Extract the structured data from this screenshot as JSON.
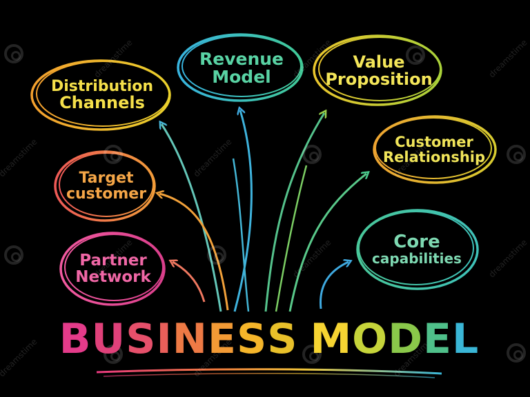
{
  "diagram": {
    "title_letters": [
      "B",
      "U",
      "S",
      "I",
      "N",
      "E",
      "S",
      "S",
      " ",
      "M",
      "O",
      "D",
      "E",
      "L"
    ],
    "title_colors": [
      "#e43b8a",
      "#e0417a",
      "#e6506b",
      "#ea5f5a",
      "#ee7a45",
      "#f29a35",
      "#f5b52a",
      "#e8c02a",
      " ",
      "#f6d432",
      "#c6d43a",
      "#8ac84a",
      "#4fc08a",
      "#3ab6d6"
    ],
    "nodes": [
      {
        "id": "distribution-channels",
        "lines": [
          "Distribution",
          "Channels"
        ],
        "color": "#f5e04a",
        "ring": [
          "#f5a830",
          "#e8d12e"
        ]
      },
      {
        "id": "revenue-model",
        "lines": [
          "Revenue",
          "Model"
        ],
        "color": "#59d3a4",
        "ring": [
          "#3fb8d8",
          "#3fc99a"
        ]
      },
      {
        "id": "value-proposition",
        "lines": [
          "Value",
          "Proposition"
        ],
        "color": "#f4e659",
        "ring": [
          "#e9cd2a",
          "#a9d23b"
        ]
      },
      {
        "id": "customer-relationship",
        "lines": [
          "Customer",
          "Relationship"
        ],
        "color": "#f1e55a",
        "ring": [
          "#f19a2f",
          "#d8d131"
        ]
      },
      {
        "id": "target-customer",
        "lines": [
          "Target",
          "customer"
        ],
        "color": "#f5a647",
        "ring": [
          "#ef6a4d",
          "#f19b3b"
        ]
      },
      {
        "id": "core-capabilities",
        "lines": [
          "Core",
          "capabilities"
        ],
        "color": "#7ed9b2",
        "ring": [
          "#46c39b",
          "#44c7b5"
        ]
      },
      {
        "id": "partner-network",
        "lines": [
          "Partner",
          "Network"
        ],
        "color": "#f067a6",
        "ring": [
          "#ee4f95",
          "#e0428c"
        ]
      }
    ],
    "watermark": "dreamstime"
  }
}
